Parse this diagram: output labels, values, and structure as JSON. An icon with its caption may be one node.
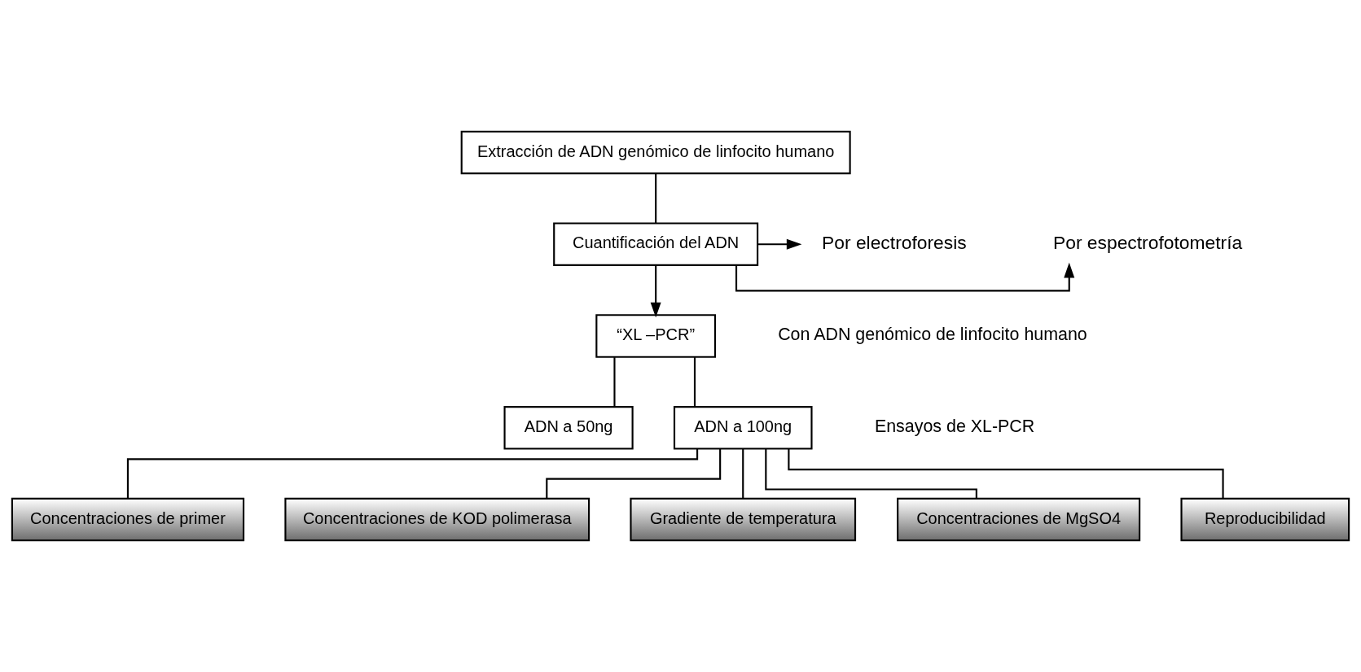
{
  "diagram": {
    "nodes": [
      {
        "text": [
          "Extracción de ADN genómico de linfocito humano"
        ]
      },
      {
        "text": [
          "Cuantificación del ADN"
        ]
      },
      {
        "text": [
          "Por espectrofotometría"
        ]
      },
      {
        "text": [
          "Por electroforesis"
        ]
      },
      {
        "text": [
          "“XL –PCR”"
        ]
      },
      {
        "text": [
          "ADN a 50ng"
        ]
      },
      {
        "text": [
          "ADN a 100ng"
        ]
      },
      {
        "text": [
          "Concentraciones de primer"
        ]
      },
      {
        "text": [
          "Concentraciones de KOD polimerasa"
        ]
      },
      {
        "text": [
          "Gradiente de temperatura"
        ]
      },
      {
        "text": [
          "Concentraciones de MgSO4"
        ]
      },
      {
        "text": [
          "Reproducibilidad"
        ]
      }
    ],
    "edges": [
      {
        "from": 0,
        "to": 1,
        "arrow": "none"
      },
      {
        "from": 1,
        "to": 2,
        "arrow": "to"
      },
      {
        "from": 1,
        "to": 3,
        "arrow": "to"
      },
      {
        "from": 1,
        "to": 4,
        "arrow": "to"
      },
      {
        "from": 4,
        "to": 5,
        "arrow": "none"
      },
      {
        "from": 4,
        "to": 6,
        "arrow": "none"
      },
      {
        "from": 6,
        "to": 7,
        "arrow": "none"
      },
      {
        "from": 6,
        "to": 8,
        "arrow": "none"
      },
      {
        "from": 6,
        "to": 9,
        "arrow": "none"
      },
      {
        "from": 6,
        "to": 10,
        "arrow": "none"
      },
      {
        "from": 6,
        "to": 11,
        "arrow": "none"
      }
    ],
    "labels": [
      "Con ADN genómico de linfocito humano",
      "Ensayos de XL-PCR"
    ]
  }
}
